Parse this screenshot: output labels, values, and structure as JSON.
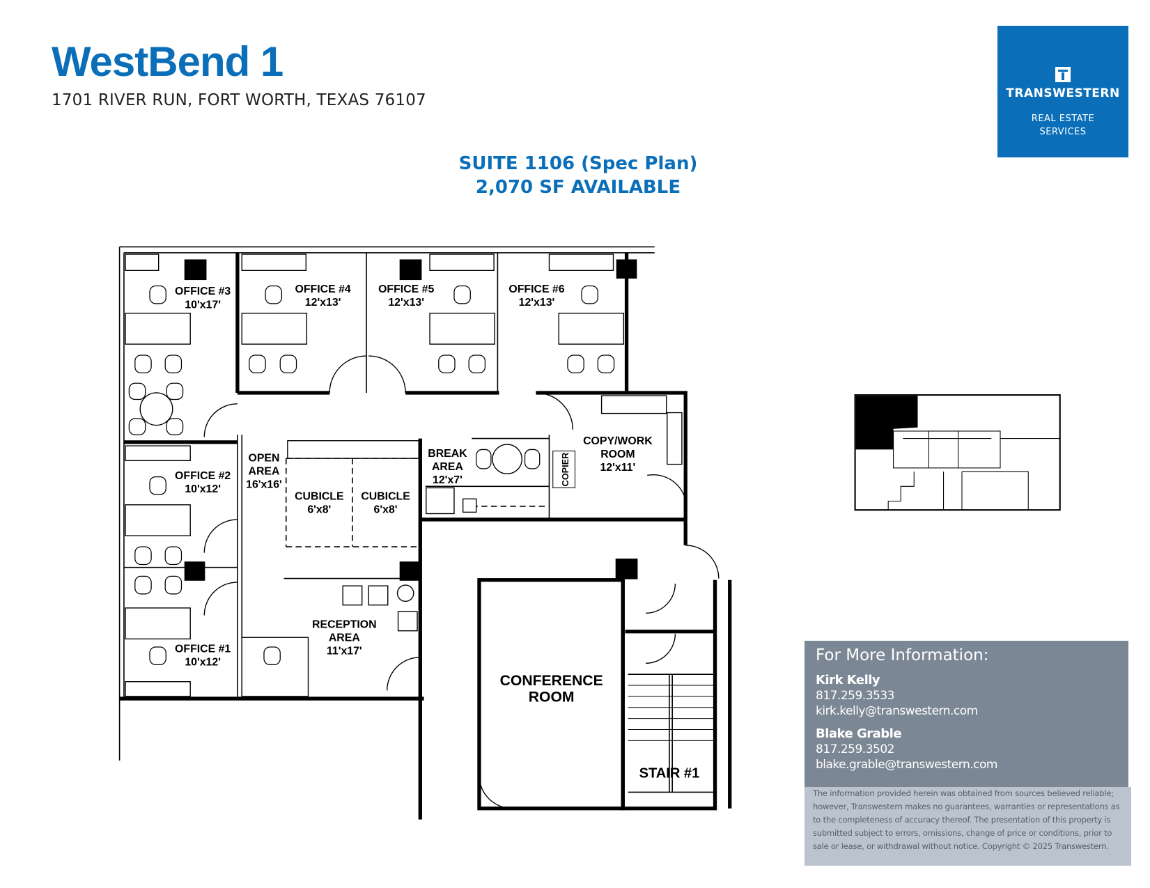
{
  "header": {
    "title": "WestBend 1",
    "address": "1701 RIVER RUN, FORT WORTH, TEXAS 76107"
  },
  "logo": {
    "name": "TRANSWESTERN",
    "tagline_1": "REAL ESTATE",
    "tagline_2": "SERVICES",
    "color": "#0a6fb8"
  },
  "suite": {
    "title": "SUITE 1106 (Spec Plan)",
    "available": "2,070 SF AVAILABLE"
  },
  "floor_plan": {
    "rooms": [
      {
        "name": "OFFICE #3",
        "size": "10'x17'"
      },
      {
        "name": "OFFICE #4",
        "size": "12'x13'"
      },
      {
        "name": "OFFICE #5",
        "size": "12'x13'"
      },
      {
        "name": "OFFICE #6",
        "size": "12'x13'"
      },
      {
        "name": "OFFICE #2",
        "size": "10'x12'"
      },
      {
        "name": "OFFICE #1",
        "size": "10'x12'"
      },
      {
        "name_1": "OPEN",
        "name_2": "AREA",
        "size": "16'x16'"
      },
      {
        "name": "CUBICLE",
        "size": "6'x8'"
      },
      {
        "name": "CUBICLE",
        "size": "6'x8'"
      },
      {
        "name_1": "BREAK",
        "name_2": "AREA",
        "size": "12'x7'"
      },
      {
        "name_1": "COPY/WORK",
        "name_2": "ROOM",
        "size": "12'x11'"
      },
      {
        "name_1": "RECEPTION",
        "name_2": "AREA",
        "size": "11'x17'"
      },
      {
        "name_1": "CONFERENCE",
        "name_2": "ROOM"
      },
      {
        "name": "STAIR #1"
      }
    ],
    "copier_label": "COPIER"
  },
  "contact": {
    "heading": "For More Information:",
    "people": [
      {
        "name": "Kirk Kelly",
        "phone": "817.259.3533",
        "email": "kirk.kelly@transwestern.com"
      },
      {
        "name": "Blake Grable",
        "phone": "817.259.3502",
        "email": "blake.grable@transwestern.com"
      }
    ],
    "disclaimer": "The information provided herein was obtained from sources believed reliable; however, Transwestern makes no guarantees, warranties or representations as to the completeness of accuracy thereof. The presentation of this property is submitted subject to errors, omissions, change of price or conditions, prior to sale or lease, or withdrawal without notice. Copyright © 2025 Transwestern."
  }
}
